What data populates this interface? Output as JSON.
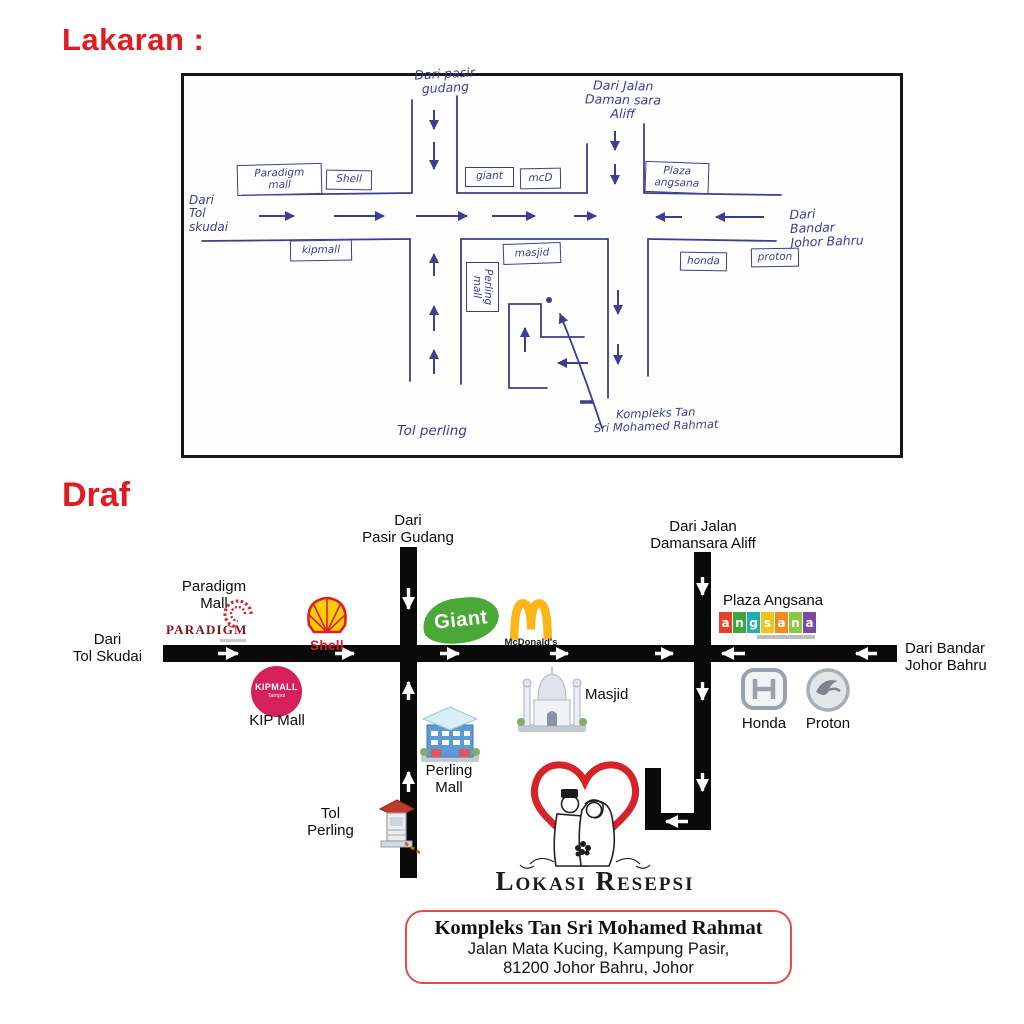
{
  "titles": {
    "lakaran": "Lakaran :",
    "draf": "Draf"
  },
  "colors": {
    "title_red": "#e11b22",
    "sketch_ink": "#3d3c96",
    "road_black": "#0a0a0a",
    "heart_red": "#d6232a",
    "address_border_red": "#e84a4a",
    "giant_green": "#4aa836",
    "shell_yellow": "#fbce07",
    "shell_red": "#e01f26",
    "mcdonalds_gold": "#fbb517",
    "kipmall_pink": "#d5205c"
  },
  "lakaran": {
    "direction_labels": {
      "pasir_gudang": "Dari pasir\ngudang",
      "damansara": "Dari Jalan\nDaman sara\nAliff",
      "tol_skudai": "Dari\nTol\nskudai",
      "johor_bahru": "Dari\nBandar\nJohor Bahru"
    },
    "boxes": {
      "paradigm": "Paradigm\nmall",
      "shell": "Shell",
      "giant": "giant",
      "mcd": "mcD",
      "plaza_angsana": "Plaza\nangsana",
      "kipmall": "kipmall",
      "masjid": "masjid",
      "perling_mall": "Perling\nmall",
      "honda": "honda",
      "proton": "proton"
    },
    "labels": {
      "tol_perling": "Tol perling",
      "kompleks": "Kompleks Tan\nSri Mohamed Rahmat"
    }
  },
  "draf": {
    "direction_labels": {
      "pasir_gudang": "Dari\nPasir Gudang",
      "damansara": "Dari Jalan\nDamansara Aliff",
      "tol_skudai": "Dari\nTol Skudai",
      "johor_bahru": "Dari Bandar\nJohor Bahru"
    },
    "landmarks": {
      "paradigm": {
        "label": "Paradigm\nMall",
        "logo_text": "PARADIGM"
      },
      "shell": {
        "logo_text": "Shell"
      },
      "giant": {
        "logo_text": "Giant"
      },
      "mcdonalds": {
        "logo_text": "McDonald's"
      },
      "kip": {
        "label": "KIP Mall",
        "logo_text": "KIPMALL",
        "logo_sub": "Tampoi"
      },
      "masjid": {
        "label": "Masjid"
      },
      "perling": {
        "label": "Perling\nMall"
      },
      "plaza_angsana": {
        "label": "Plaza Angsana",
        "logo_letters": [
          {
            "ch": "a",
            "bg": "#e8402a"
          },
          {
            "ch": "n",
            "bg": "#3fa63c"
          },
          {
            "ch": "g",
            "bg": "#1fb0ae"
          },
          {
            "ch": "s",
            "bg": "#f2c41b"
          },
          {
            "ch": "a",
            "bg": "#f08a21"
          },
          {
            "ch": "n",
            "bg": "#8dc63f"
          },
          {
            "ch": "a",
            "bg": "#7c4a9e"
          }
        ]
      },
      "honda": {
        "label": "Honda"
      },
      "proton": {
        "label": "Proton"
      },
      "tol_perling": {
        "label": "Tol\nPerling"
      }
    },
    "reception": {
      "lokasi": "Lokasi Resepsi",
      "address_name": "Kompleks Tan Sri Mohamed Rahmat",
      "address_line2": "Jalan Mata Kucing, Kampung Pasir,",
      "address_line3": "81200 Johor Bahru, Johor"
    }
  }
}
